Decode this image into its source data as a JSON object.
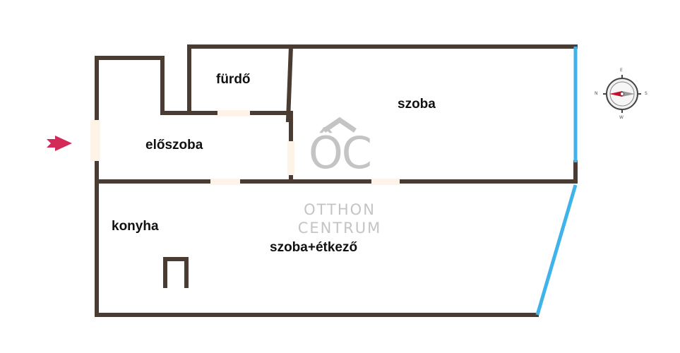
{
  "rooms": {
    "furdo": "fürdő",
    "szoba": "szoba",
    "eloszoba": "előszoba",
    "konyha": "konyha",
    "szoba_etkezo": "szoba+étkező"
  },
  "logo": {
    "mark": "ÔC",
    "line1": "OTTHON",
    "line2": "CENTRUM"
  },
  "compass": {
    "n": "N",
    "e": "E",
    "s": "S",
    "w": "W"
  },
  "colors": {
    "wall": "#4a3b33",
    "window": "#3fb3ea",
    "door_gap": "#fdf3e6",
    "entrance_arrow": "#d42a5a",
    "logo": "#c4c4c4"
  },
  "icons": {
    "entrance": "entrance-arrow-icon",
    "compass": "compass-icon",
    "stove": "stove-symbol"
  }
}
